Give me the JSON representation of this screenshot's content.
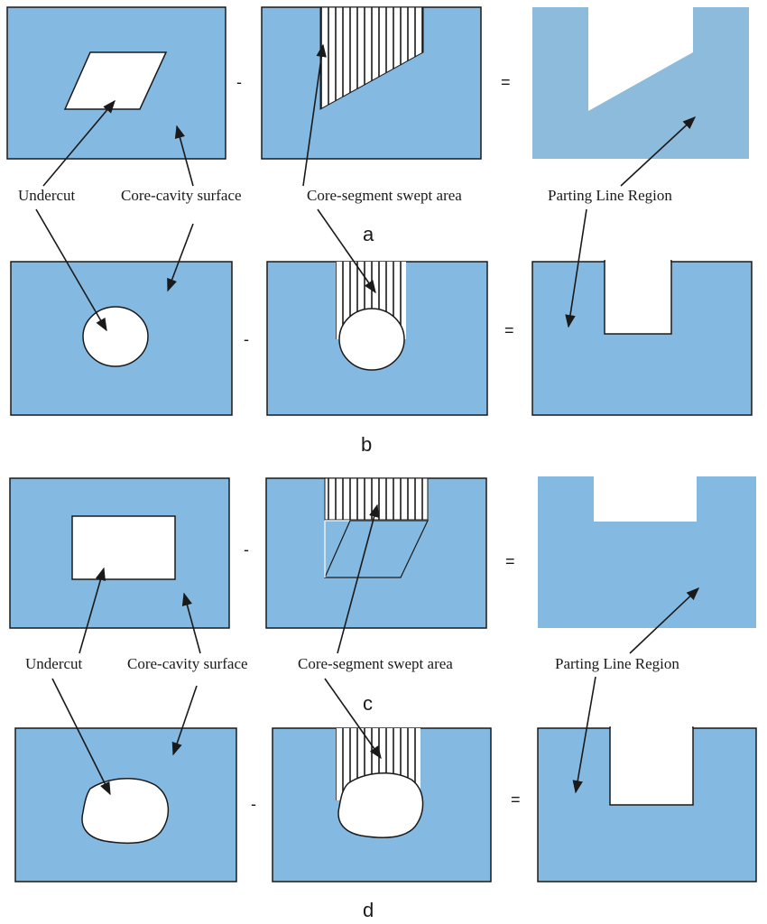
{
  "colors": {
    "surface": "#84b9e2",
    "result_a": "#8dbbdb",
    "hatch": "#1a1a1a",
    "outline": "#1a1a1a",
    "hole": "#ffffff"
  },
  "operators": {
    "minus": "-",
    "equals": "="
  },
  "labels": {
    "undercut": "Undercut",
    "core_cavity_surface": "Core-cavity surface",
    "core_segment_swept_area": "Core-segment swept area",
    "parting_line_region": "Parting Line Region"
  },
  "captions": {
    "a": "a",
    "b": "b",
    "c": "c",
    "d": "d"
  }
}
